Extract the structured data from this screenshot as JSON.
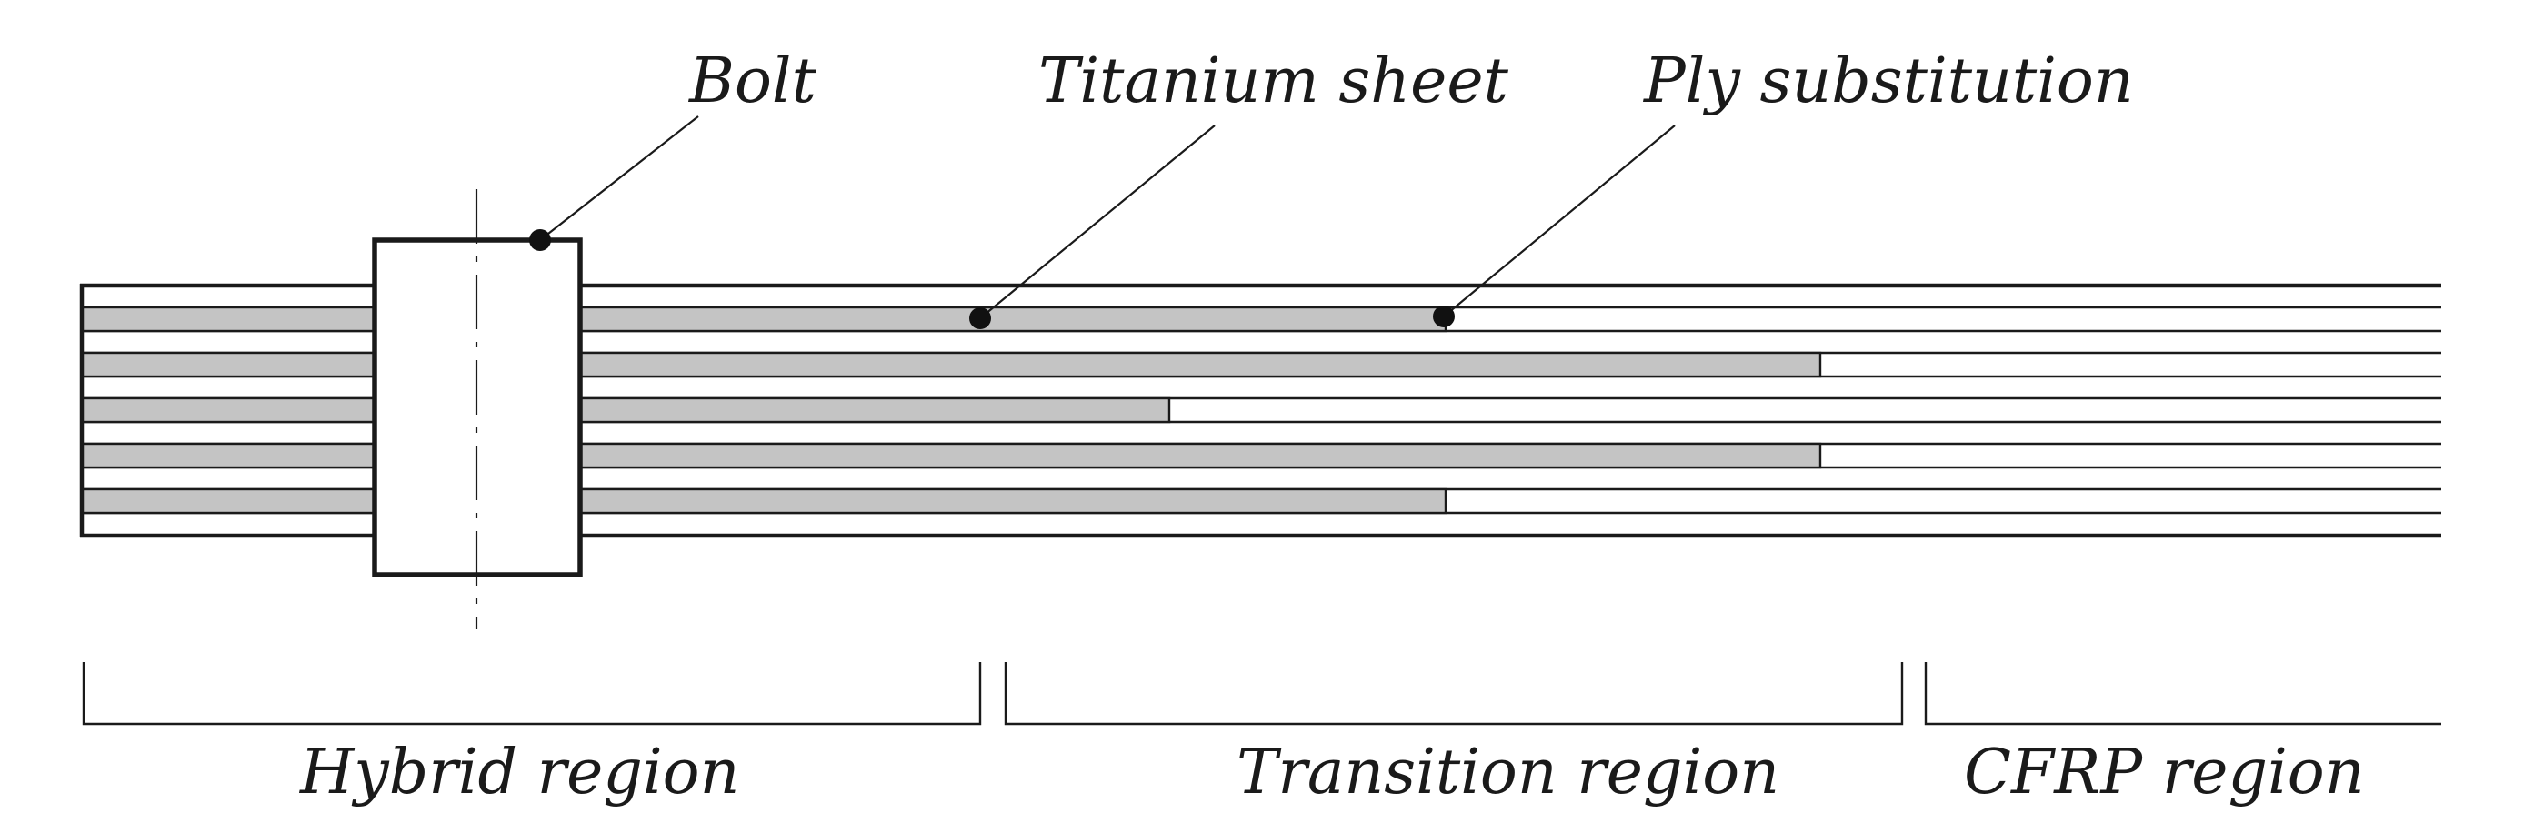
{
  "labels": {
    "bolt": "Bolt",
    "titanium_sheet": "Titanium sheet",
    "ply_substitution": "Ply substitution"
  },
  "regions": {
    "hybrid": "Hybrid region",
    "transition": "Transition region",
    "cfrp": "CFRP region"
  },
  "colors": {
    "titanium": "#c4c4c4",
    "outline": "#1a1a1a",
    "background": "#ffffff"
  }
}
